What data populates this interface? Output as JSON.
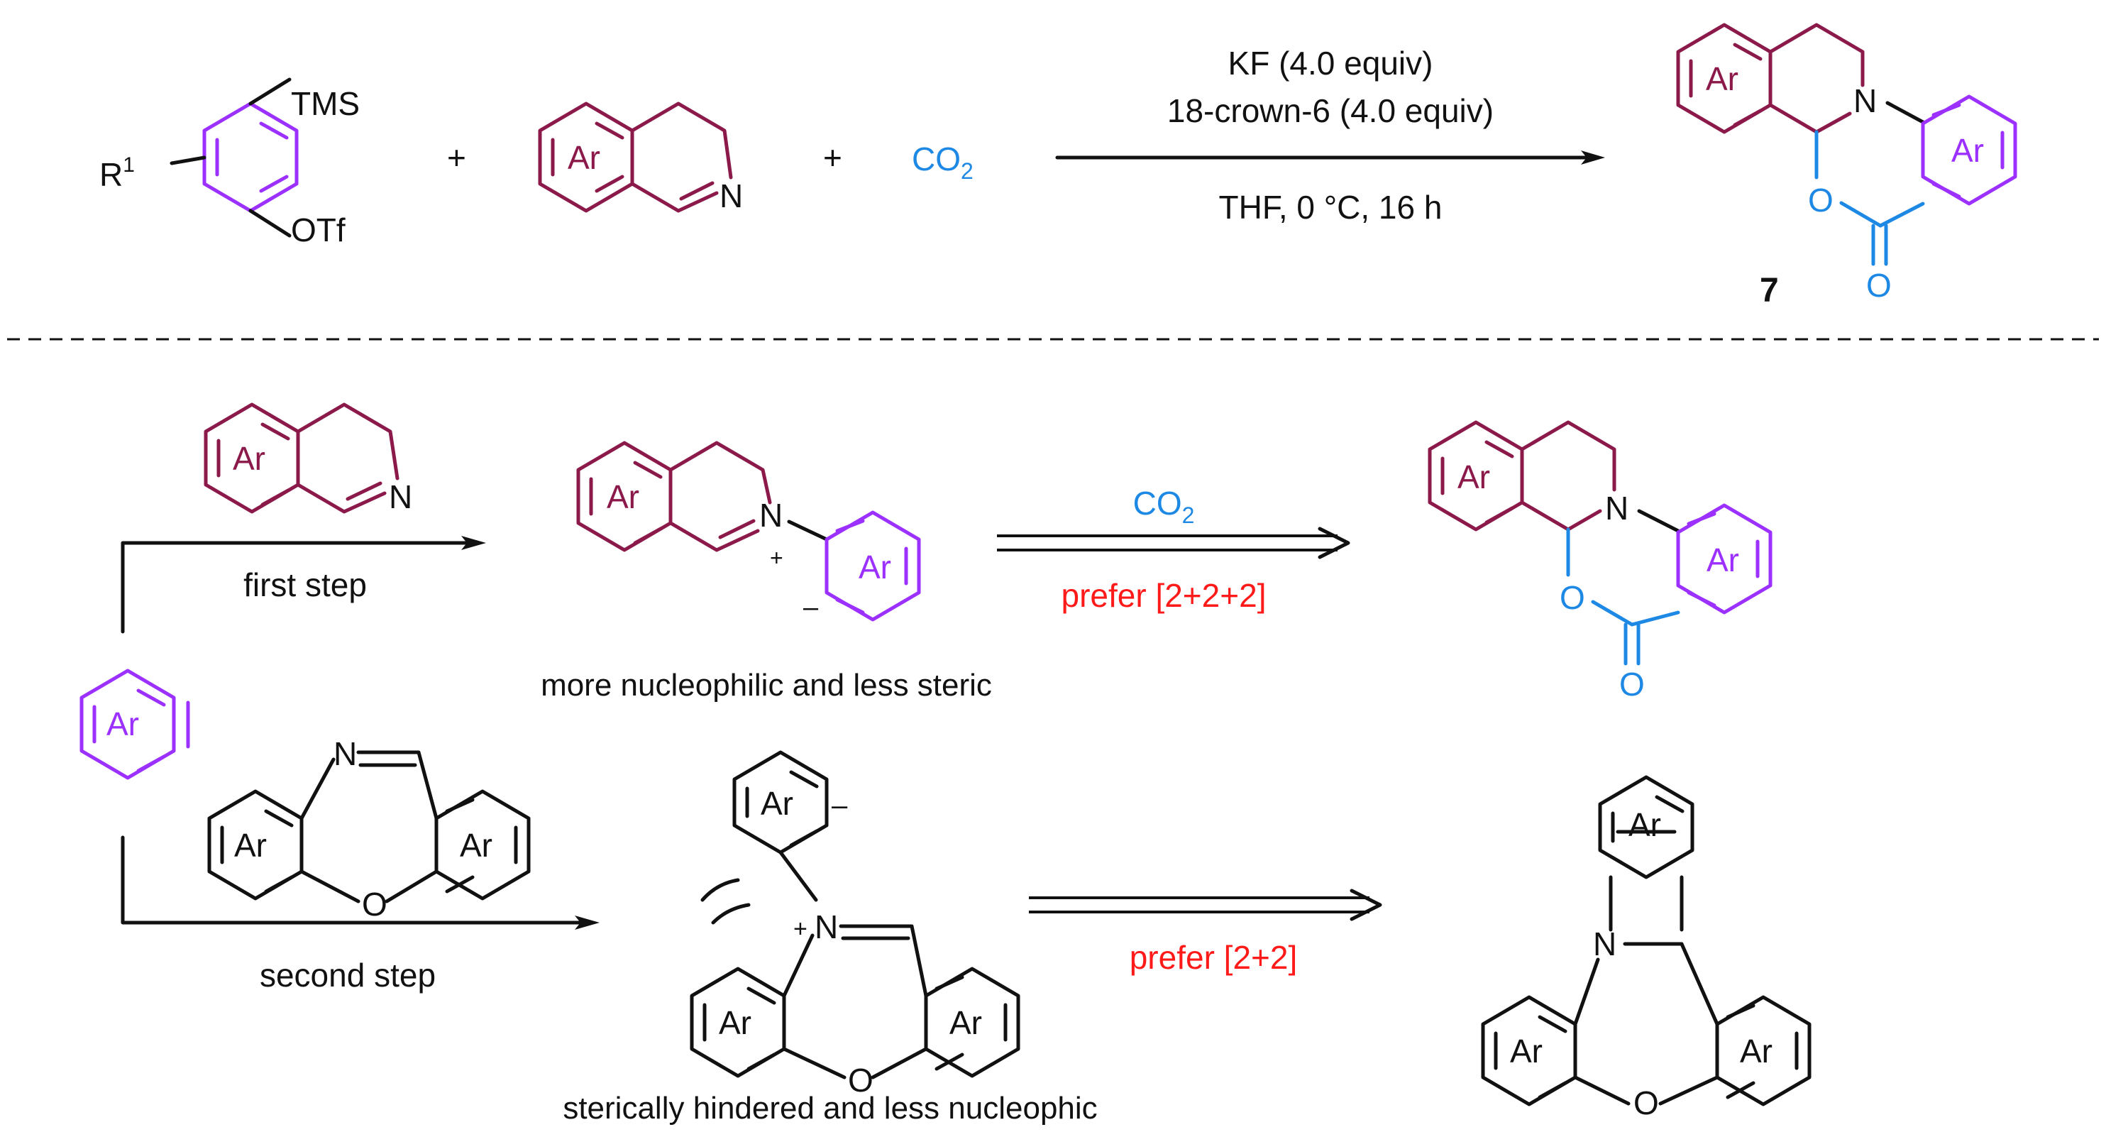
{
  "colors": {
    "aryne_purple": "#9b30ff",
    "isoquinoline_maroon": "#8b1a4a",
    "co2_blue": "#1e88e5",
    "highlight_red": "#ff1a1a",
    "black": "#111111"
  },
  "top_reaction": {
    "reagent1": {
      "substituent": "R",
      "substituent_sup": "1",
      "group_top": "TMS",
      "group_bottom": "OTf"
    },
    "reagent2": {
      "ring_label": "Ar",
      "atom_n": "N"
    },
    "reagent3": {
      "label_main": "CO",
      "label_sub": "2"
    },
    "plus": "+",
    "conditions_above_1": "KF (4.0 equiv)",
    "conditions_above_2": "18-crown-6 (4.0 equiv)",
    "conditions_below": "THF,  0 °C,  16 h",
    "product": {
      "ring_left": "Ar",
      "ring_right": "Ar",
      "atom_n": "N",
      "atom_o_ring": "O",
      "atom_o_carbonyl": "O",
      "compound_number": "7"
    }
  },
  "first_pathway": {
    "reagent": {
      "ring_label": "Ar",
      "atom_n": "N"
    },
    "arrow_label": "first step",
    "intermediate": {
      "ring_left": "Ar",
      "ring_right": "Ar",
      "atom_n": "N",
      "charge_plus": "+",
      "charge_minus": "–",
      "caption": "more nucleophilic and less steric"
    },
    "arrow_above": {
      "main": "CO",
      "sub": "2"
    },
    "arrow_below": "prefer [2+2+2]",
    "product": {
      "ring_left": "Ar",
      "ring_right": "Ar",
      "atom_n": "N",
      "atom_o_ring": "O",
      "atom_o_carbonyl": "O"
    }
  },
  "aryne": {
    "ring_label": "Ar"
  },
  "second_pathway": {
    "reagent": {
      "ring_left": "Ar",
      "ring_right": "Ar",
      "atom_n": "N",
      "atom_o": "O"
    },
    "arrow_label": "second step",
    "intermediate": {
      "ring_top": "Ar",
      "ring_left": "Ar",
      "ring_right": "Ar",
      "atom_n": "N",
      "atom_o": "O",
      "charge_plus": "+",
      "charge_minus": "–",
      "caption": "sterically hindered and less nucleophic"
    },
    "arrow_below": "prefer [2+2]",
    "product": {
      "ring_top": "Ar",
      "ring_left": "Ar",
      "ring_right": "Ar",
      "atom_n": "N",
      "atom_o": "O"
    }
  }
}
